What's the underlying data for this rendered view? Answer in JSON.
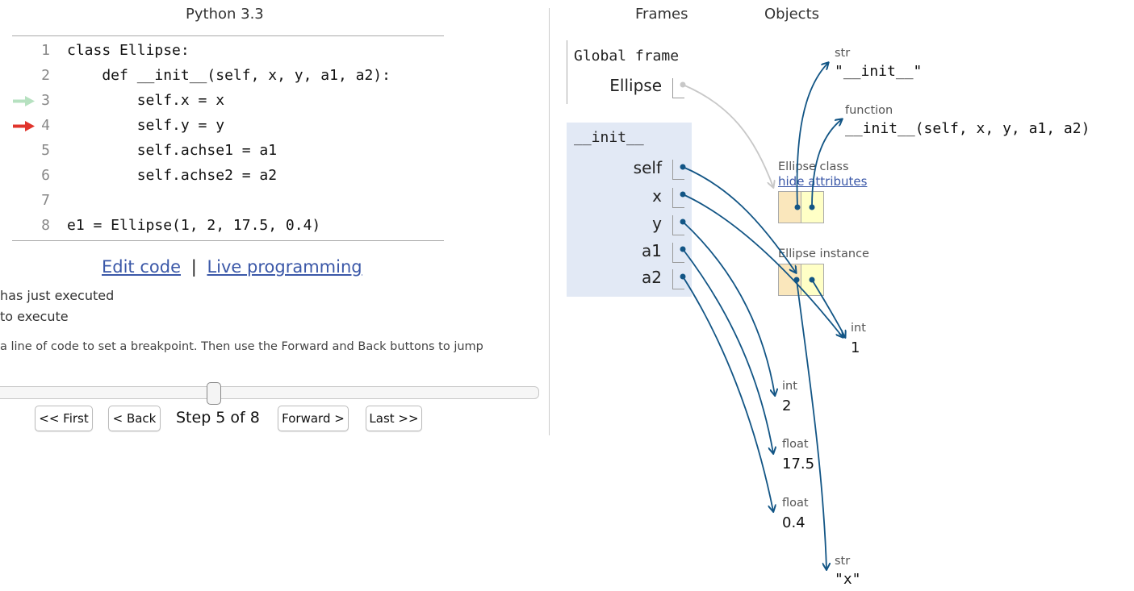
{
  "code_pane": {
    "language": "Python 3.3",
    "lines": [
      {
        "no": "1",
        "text": "class Ellipse:"
      },
      {
        "no": "2",
        "text": "    def __init__(self, x, y, a1, a2):"
      },
      {
        "no": "3",
        "text": "        self.x = x"
      },
      {
        "no": "4",
        "text": "        self.y = y"
      },
      {
        "no": "5",
        "text": "        self.achse1 = a1"
      },
      {
        "no": "6",
        "text": "        self.achse2 = a2"
      },
      {
        "no": "7",
        "text": ""
      },
      {
        "no": "8",
        "text": "e1 = Ellipse(1, 2, 17.5, 0.4)"
      }
    ],
    "just_executed_line": 3,
    "next_line": 4,
    "arrow_colors": {
      "just_executed": "#b6e1c0",
      "next": "#e0342c"
    }
  },
  "links": {
    "edit": "Edit code",
    "separator": "|",
    "live": "Live programming"
  },
  "legend": {
    "just_executed": "has just executed",
    "next": "to execute",
    "hint": "a line of code to set a breakpoint. Then use the Forward and Back buttons to jump"
  },
  "navigation": {
    "first": "<< First",
    "back": "< Back",
    "step": "Step 5 of 8",
    "forward": "Forward >",
    "last": "Last >>",
    "progress": 0.4
  },
  "viz": {
    "frames_header": "Frames",
    "objects_header": "Objects",
    "global_frame": {
      "title": "Global frame",
      "vars": [
        "Ellipse"
      ]
    },
    "init_frame": {
      "title": "__init__",
      "vars": [
        "self",
        "x",
        "y",
        "a1",
        "a2"
      ]
    },
    "objects": {
      "str_init": {
        "type": "str",
        "value": "\"__init__\""
      },
      "function": {
        "type": "function",
        "value": "__init__(self, x, y, a1, a2)"
      },
      "ellipse_class": {
        "type": "Ellipse class",
        "toggle": "hide attributes"
      },
      "ellipse_instance": {
        "type": "Ellipse instance"
      },
      "int_1": {
        "type": "int",
        "value": "1"
      },
      "int_2": {
        "type": "int",
        "value": "2"
      },
      "float_175": {
        "type": "float",
        "value": "17.5"
      },
      "float_04": {
        "type": "float",
        "value": "0.4"
      },
      "str_x": {
        "type": "str",
        "value": "\"x\""
      }
    },
    "colors": {
      "pointer": "#125585",
      "pointer_inactive": "#c8c8c8",
      "frame_bg": "#e2e9f5",
      "class_key_bg": "#fae7bc",
      "class_val_bg": "#ffffc6"
    }
  }
}
